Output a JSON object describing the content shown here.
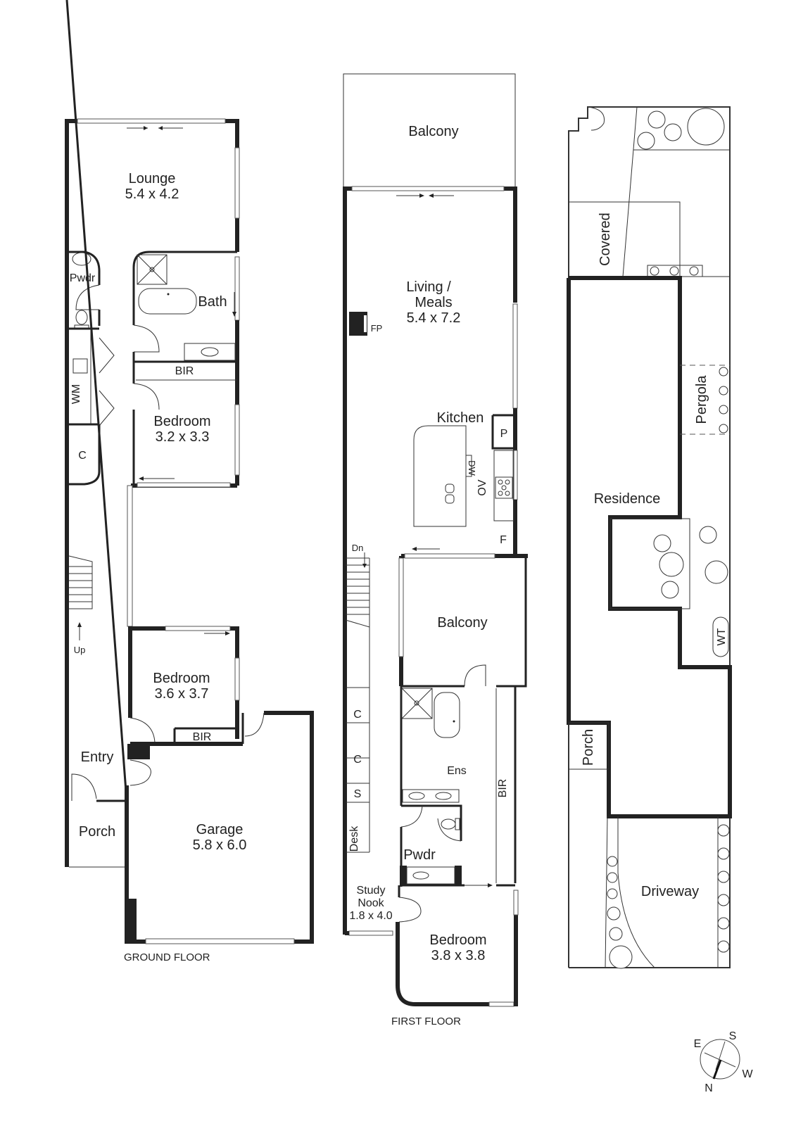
{
  "ground_floor": {
    "caption": "GROUND FLOOR",
    "rooms": {
      "lounge": {
        "name": "Lounge",
        "size": "5.4 x 4.2"
      },
      "pwdr": {
        "name": "Pwdr"
      },
      "bath": {
        "name": "Bath"
      },
      "bir1": {
        "name": "BIR"
      },
      "wm": {
        "name": "WM"
      },
      "bedroom1": {
        "name": "Bedroom",
        "size": "3.2 x 3.3"
      },
      "cupboard": {
        "name": "C"
      },
      "up": {
        "name": "Up"
      },
      "bedroom2": {
        "name": "Bedroom",
        "size": "3.6 x 3.7"
      },
      "bir2": {
        "name": "BIR"
      },
      "entry": {
        "name": "Entry"
      },
      "porch": {
        "name": "Porch"
      },
      "garage": {
        "name": "Garage",
        "size": "5.8 x 6.0"
      }
    }
  },
  "first_floor": {
    "caption": "FIRST FLOOR",
    "rooms": {
      "balcony_top": {
        "name": "Balcony"
      },
      "living": {
        "line1": "Living /",
        "line2": "Meals",
        "size": "5.4 x 7.2"
      },
      "fp": {
        "name": "FP"
      },
      "kitchen": {
        "name": "Kitchen"
      },
      "pantry": {
        "name": "P"
      },
      "dw": {
        "name": "DW"
      },
      "ov": {
        "name": "OV"
      },
      "fridge": {
        "name": "F"
      },
      "dn": {
        "name": "Dn"
      },
      "balcony_mid": {
        "name": "Balcony"
      },
      "c1": {
        "name": "C"
      },
      "c2": {
        "name": "C"
      },
      "s": {
        "name": "S"
      },
      "desk": {
        "name": "Desk"
      },
      "ens": {
        "name": "Ens"
      },
      "bir": {
        "name": "BIR"
      },
      "pwdr": {
        "name": "Pwdr"
      },
      "study": {
        "line1": "Study",
        "line2": "Nook",
        "size": "1.8 x 4.0"
      },
      "bedroom": {
        "name": "Bedroom",
        "size": "3.8 x 3.8"
      }
    }
  },
  "site_plan": {
    "covered": "Covered",
    "pergola": "Pergola",
    "residence": "Residence",
    "wt": "WT",
    "porch": "Porch",
    "driveway": "Driveway"
  },
  "compass": {
    "n": "N",
    "s": "S",
    "e": "E",
    "w": "W"
  }
}
